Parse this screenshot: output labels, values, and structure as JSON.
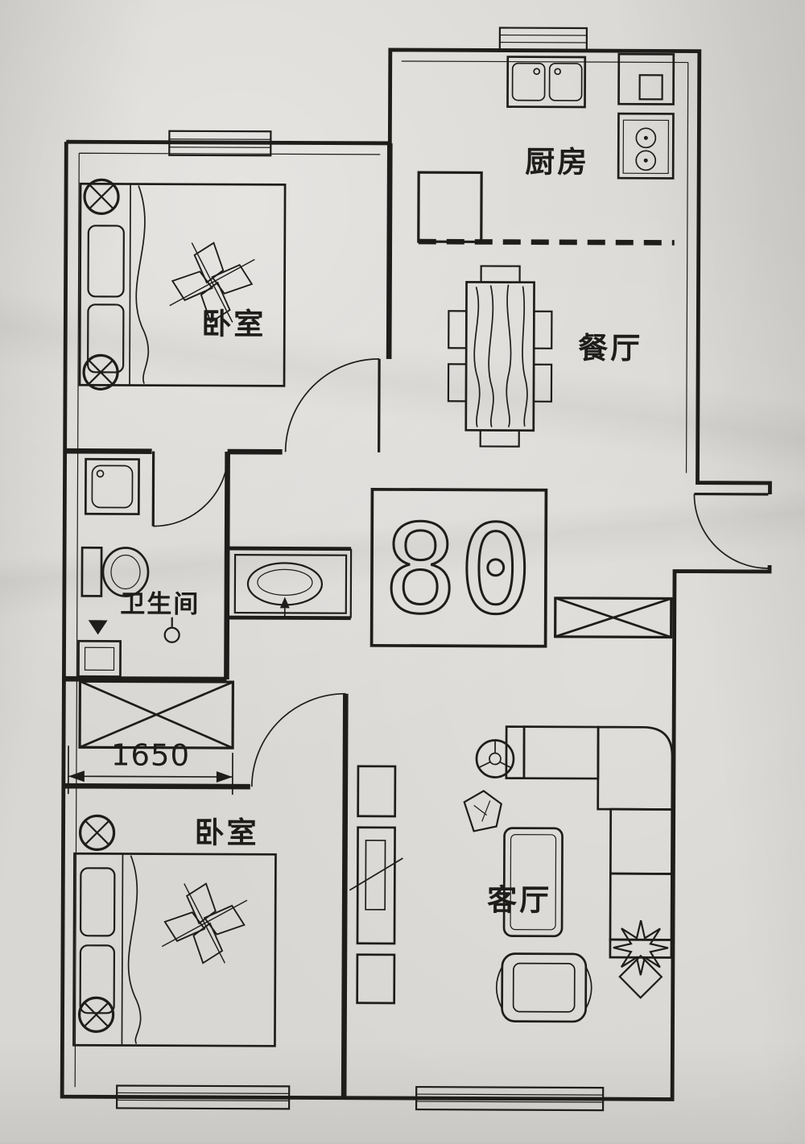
{
  "theme": {
    "ink": "#1f1d1b",
    "paper": "#d9d7d3"
  },
  "floorplan": {
    "labels": {
      "kitchen": "厨房",
      "dining": "餐厅",
      "bedroom_top": "卧室",
      "bathroom": "卫生间",
      "bedroom_bottom": "卧室",
      "living_room": "客厅"
    },
    "dimension_label": "1650",
    "unit_marker": "80"
  }
}
